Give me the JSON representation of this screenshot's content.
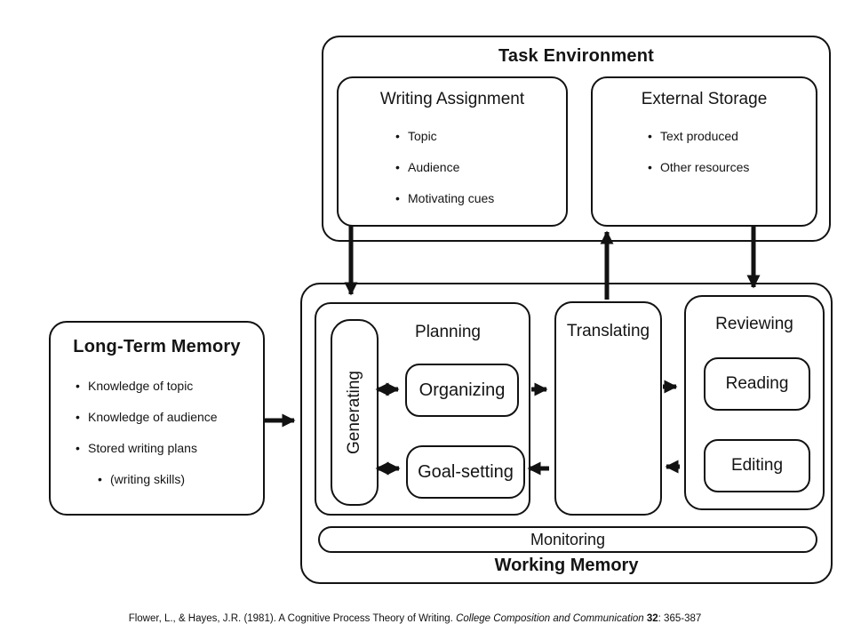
{
  "colors": {
    "ink": "#121212",
    "background": "#ffffff"
  },
  "ui": {
    "bullet": "•"
  },
  "task_environment": {
    "title": "Task Environment",
    "writing_assignment": {
      "title": "Writing Assignment",
      "bullets": [
        "Topic",
        "Audience",
        "Motivating cues"
      ]
    },
    "external_storage": {
      "title": "External Storage",
      "bullets": [
        "Text produced",
        "Other resources"
      ]
    }
  },
  "long_term_memory": {
    "title": "Long-Term Memory",
    "bullets": [
      "Knowledge of topic",
      "Knowledge of audience",
      "Stored writing plans"
    ],
    "sub_bullet": "(writing skills)"
  },
  "working_memory": {
    "title": "Working Memory",
    "monitoring": "Monitoring",
    "planning": {
      "title": "Planning",
      "generating": "Generating",
      "organizing": "Organizing",
      "goal_setting": "Goal-setting"
    },
    "translating": {
      "title": "Translating"
    },
    "reviewing": {
      "title": "Reviewing",
      "reading": "Reading",
      "editing": "Editing"
    }
  },
  "citation": {
    "text_before_journal": "Flower, L., & Hayes, J.R. (1981). A Cognitive Process Theory of Writing. ",
    "journal": "College Composition and Communication",
    "volume": "32",
    "pages": ": 365-387"
  }
}
